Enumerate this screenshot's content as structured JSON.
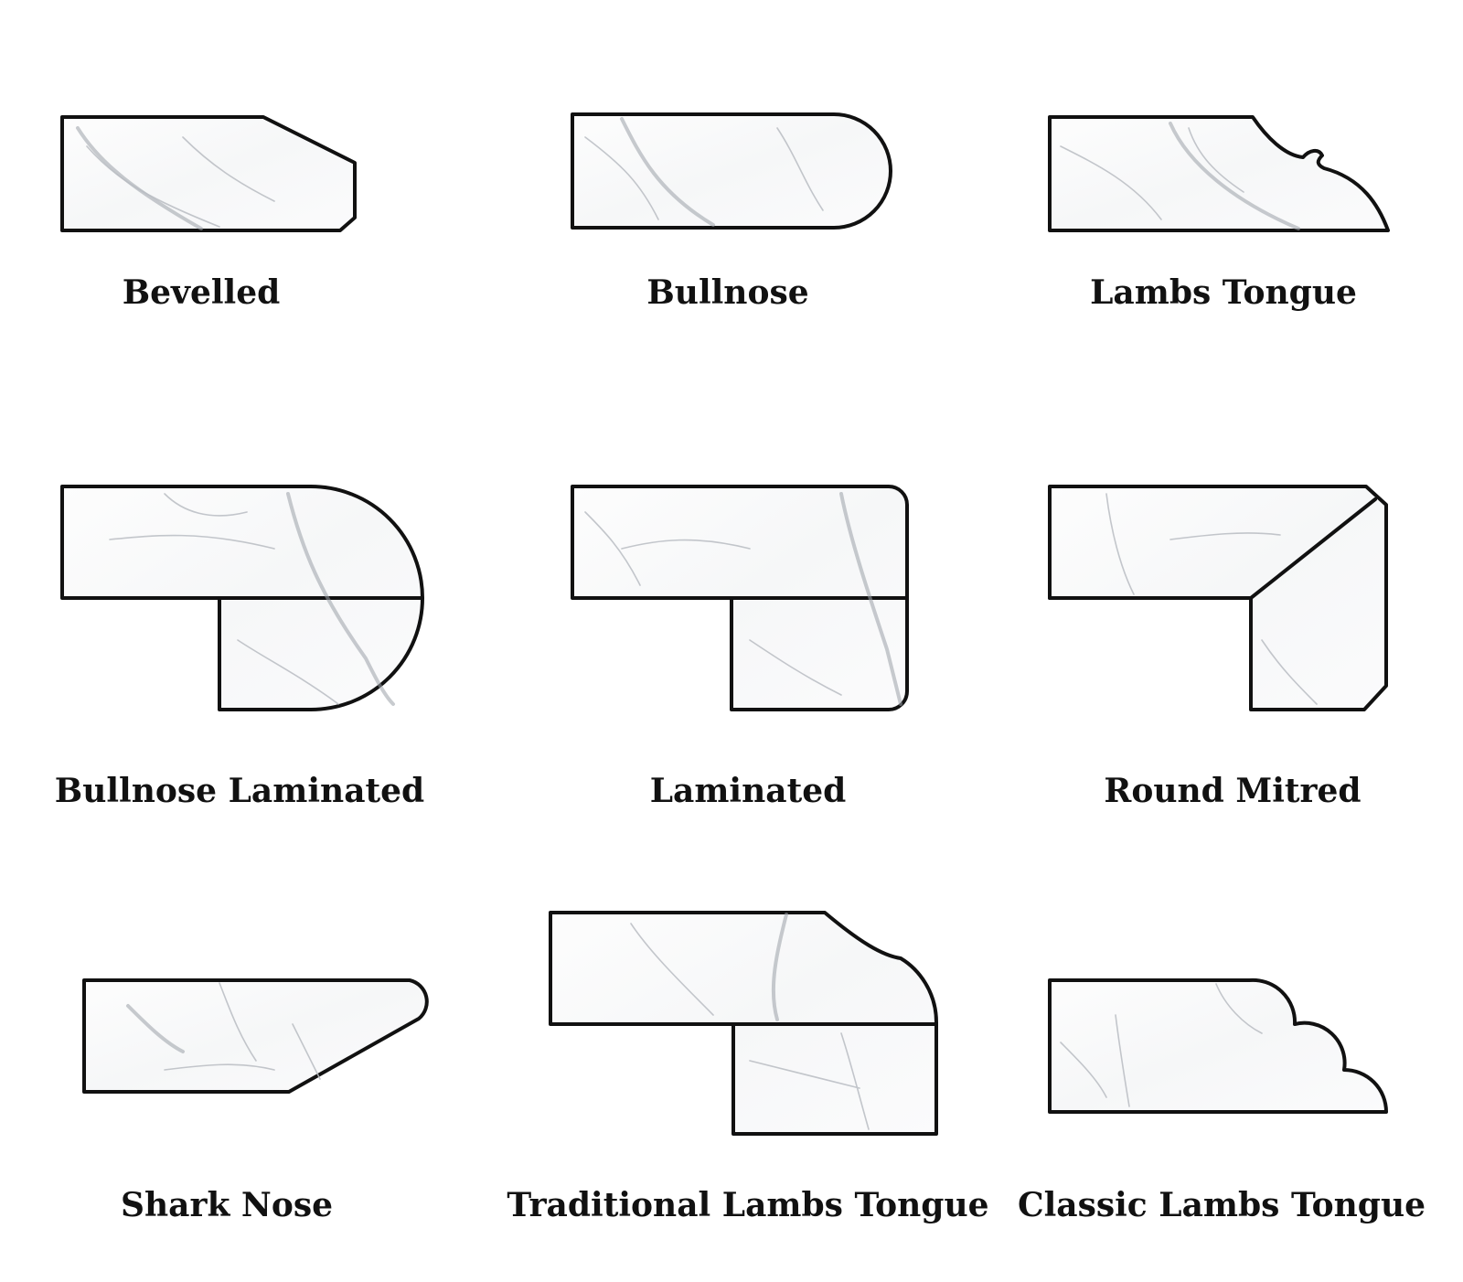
{
  "profiles": [
    {
      "name": "Bevelled"
    },
    {
      "name": "Bullnose"
    },
    {
      "name": "Lambs Tongue"
    },
    {
      "name": "Bullnose Laminated"
    },
    {
      "name": "Laminated"
    },
    {
      "name": "Round Mitred"
    },
    {
      "name": "Shark Nose"
    },
    {
      "name": "Traditional Lambs Tongue"
    },
    {
      "name": "Classic Lambs Tongue"
    }
  ],
  "colors": {
    "outline": "#111111",
    "marble_base": "#f8f9fa",
    "marble_vein": "#b8bcc2",
    "background": "#ffffff"
  }
}
